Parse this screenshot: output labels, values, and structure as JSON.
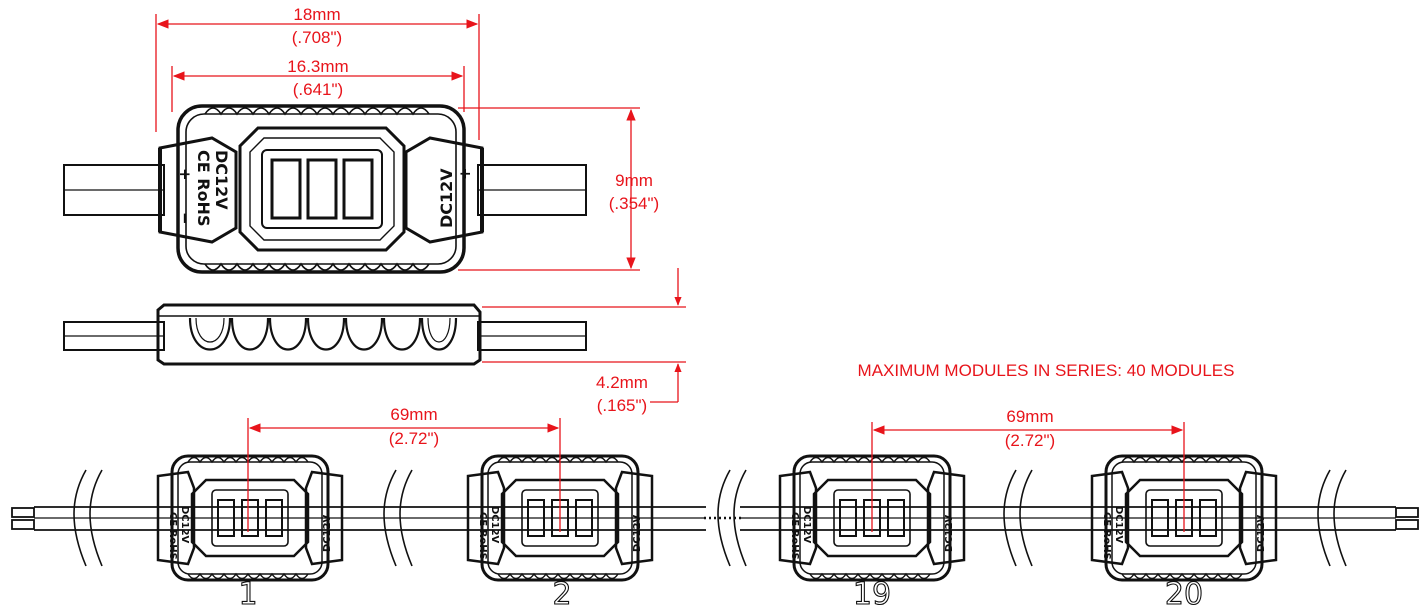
{
  "top_view": {
    "dim_outer_mm": "18mm",
    "dim_outer_in": "(.708\")",
    "dim_inner_mm": "16.3mm",
    "dim_inner_in": "(.641\")",
    "dim_height_mm": "9mm",
    "dim_height_in": "(.354\")",
    "left_marking_1": "CE RoHS",
    "left_marking_2": "DC12V",
    "right_marking": "DC12V",
    "plus_sign": "+",
    "minus_sign": "−"
  },
  "side_view": {
    "dim_thickness_mm": "4.2mm",
    "dim_thickness_in": "(.165\")"
  },
  "series": {
    "note": "MAXIMUM MODULES IN SERIES:  40 MODULES",
    "spacing_left_mm": "69mm",
    "spacing_left_in": "(2.72\")",
    "spacing_right_mm": "69mm",
    "spacing_right_in": "(2.72\")",
    "modules": [
      {
        "number": "1"
      },
      {
        "number": "2"
      },
      {
        "number": "19"
      },
      {
        "number": "20"
      }
    ],
    "marking_a": "CE RoHS",
    "marking_b": "DC12V",
    "marking_c": "DC12V"
  },
  "colors": {
    "dimension": "#e8141b",
    "ink": "#111111"
  }
}
